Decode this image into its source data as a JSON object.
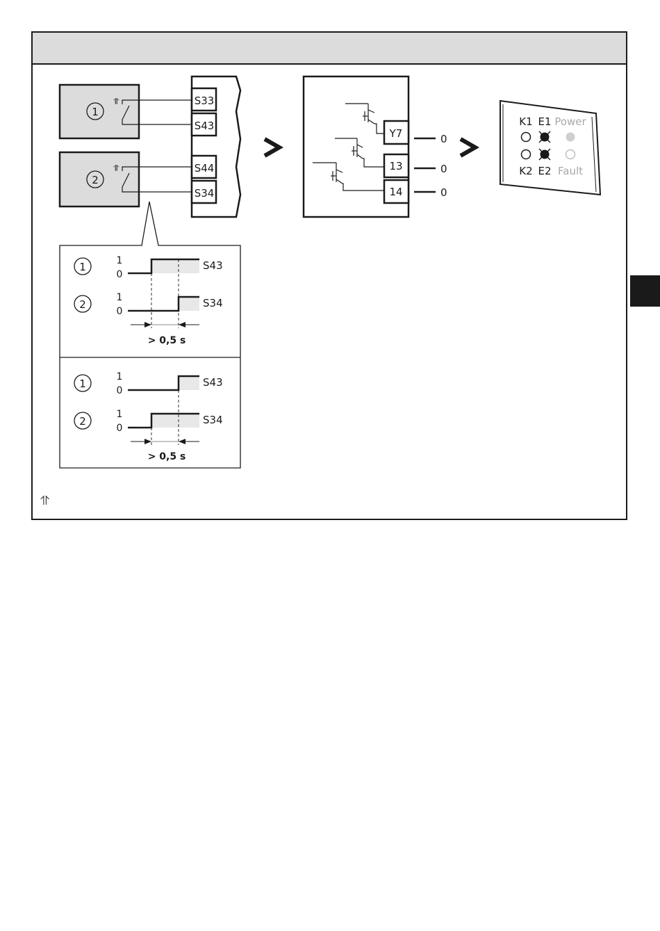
{
  "contacts": {
    "one": {
      "number": "1",
      "terminals": [
        "S33",
        "S43"
      ]
    },
    "two": {
      "number": "2",
      "terminals": [
        "S44",
        "S34"
      ]
    }
  },
  "module": {
    "outputs": [
      {
        "terminal": "Y7",
        "value": "0"
      },
      {
        "terminal": "13",
        "value": "0"
      },
      {
        "terminal": "14",
        "value": "0"
      }
    ]
  },
  "leds": {
    "top_labels": [
      "K1",
      "E1",
      "Power"
    ],
    "bottom_labels": [
      "K2",
      "E2",
      "Fault"
    ]
  },
  "timing": {
    "level_high": "1",
    "level_low": "0",
    "duration": "> 0,5 s",
    "case_a": [
      {
        "channel": "1",
        "terminal": "S43"
      },
      {
        "channel": "2",
        "terminal": "S34"
      }
    ],
    "case_b": [
      {
        "channel": "1",
        "terminal": "S43"
      },
      {
        "channel": "2",
        "terminal": "S34"
      }
    ]
  },
  "footnote_symbol": "⥣"
}
